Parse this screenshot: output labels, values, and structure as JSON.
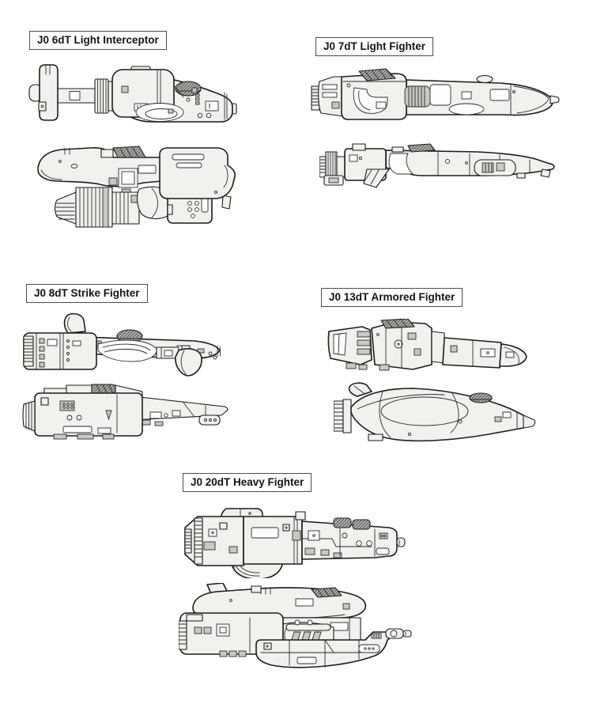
{
  "document": {
    "kind": "spacecraft technical illustration sheet",
    "background": "#ffffff"
  },
  "colors": {
    "outline": "#1c1c1c",
    "hull_fill": "#f2f1ee",
    "panel_gray": "#c9c8c4",
    "canopy_hatch": "#b3b2ae",
    "label_border": "#4c4c4c",
    "label_text": "#141414"
  },
  "ships": [
    {
      "label": "J0 6dT Light Interceptor"
    },
    {
      "label": "J0 7dT Light Fighter"
    },
    {
      "label": "J0 8dT Strike Fighter"
    },
    {
      "label": "J0 13dT Armored Fighter"
    },
    {
      "label": "J0 20dT Heavy Fighter"
    }
  ]
}
